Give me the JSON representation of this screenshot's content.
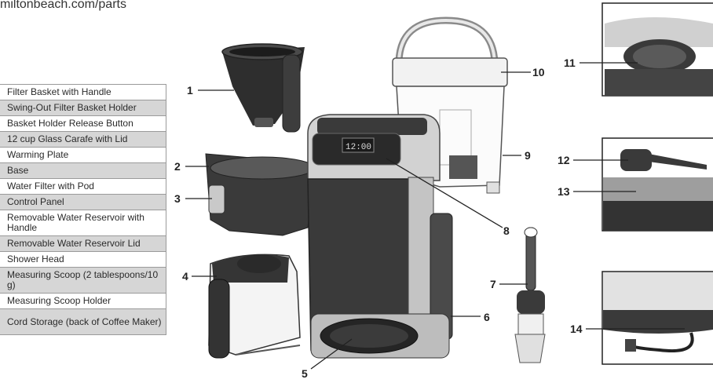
{
  "header": {
    "url": "miltonbeach.com/parts"
  },
  "parts": [
    {
      "label": "Filter Basket with Handle"
    },
    {
      "label": "Swing-Out Filter Basket Holder"
    },
    {
      "label": "Basket Holder Release Button"
    },
    {
      "label": "12 cup Glass Carafe with Lid"
    },
    {
      "label": "Warming Plate"
    },
    {
      "label": "Base"
    },
    {
      "label": "Water Filter with Pod"
    },
    {
      "label": "Control Panel"
    },
    {
      "label": "Removable Water Reservoir with Handle"
    },
    {
      "label": "Removable Water Reservoir Lid"
    },
    {
      "label": "Shower Head"
    },
    {
      "label": "Measuring Scoop (2 tablespoons/10 g)"
    },
    {
      "label": "Measuring Scoop Holder"
    },
    {
      "label": "Cord Storage (back of Coffee Maker)"
    }
  ],
  "callouts": [
    "1",
    "2",
    "3",
    "4",
    "5",
    "6",
    "7",
    "8",
    "9",
    "10",
    "11",
    "12",
    "13",
    "14"
  ],
  "display": {
    "time": "12:00"
  },
  "colors": {
    "body_dark": "#3a3a3a",
    "body_mid": "#5a5a5a",
    "silver": "#c8c8c8",
    "table_shade": "#d6d6d6"
  }
}
